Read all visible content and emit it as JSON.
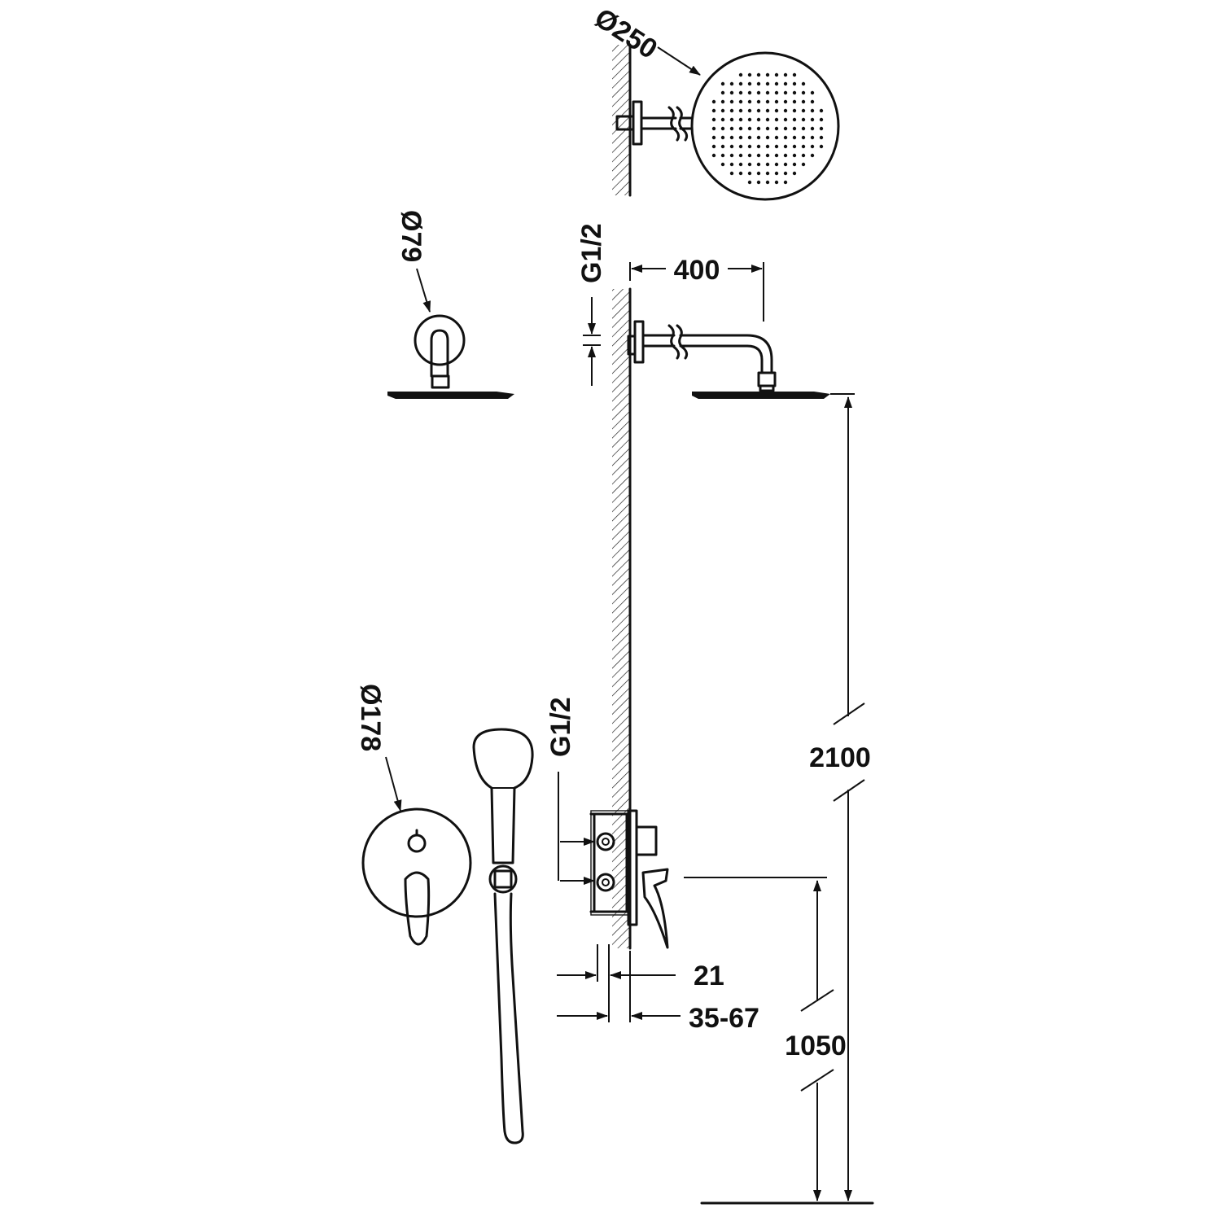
{
  "dimensions": {
    "rain_head_diameter": "Ø250",
    "wall_flange_diameter": "Ø79",
    "mixer_plate_diameter": "Ø178",
    "top_inlet_thread": "G1/2",
    "arm_projection": "400",
    "mixer_inlet_thread": "G1/2",
    "head_height": "2100",
    "mixer_height": "1050",
    "plate_depth": "21",
    "wall_depth_range": "35-67"
  },
  "colors": {
    "line": "#111111",
    "background": "#ffffff"
  }
}
